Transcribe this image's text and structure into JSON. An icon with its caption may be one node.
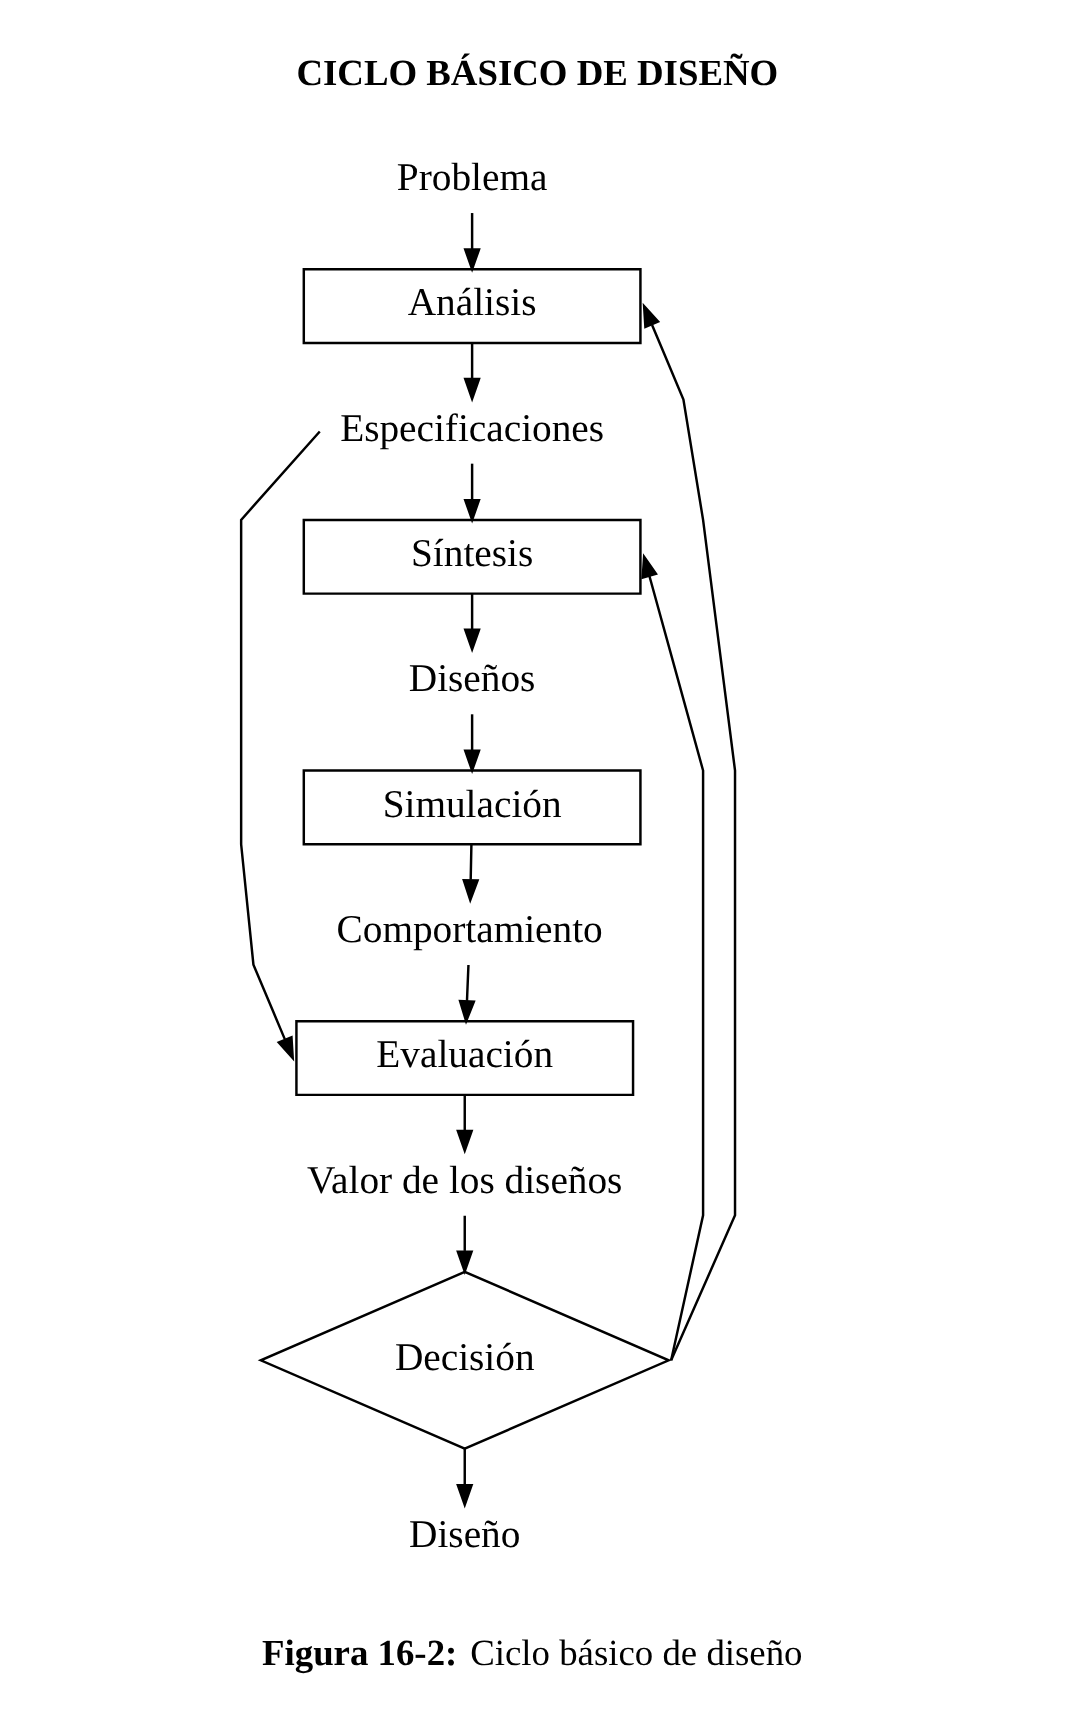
{
  "diagram": {
    "title": "CICLO BÁSICO DE DISEÑO",
    "caption": "**Figura 16-2:** Ciclo básico de diseño",
    "nodes": [
      {
        "text": [
          "Problema"
        ]
      },
      {
        "text": [
          "Análisis"
        ]
      },
      {
        "text": [
          "Especificaciones"
        ]
      },
      {
        "text": [
          "Síntesis"
        ]
      },
      {
        "text": [
          "Diseños"
        ]
      },
      {
        "text": [
          "Simulación"
        ]
      },
      {
        "text": [
          "Comportamiento"
        ]
      },
      {
        "text": [
          "Evaluación"
        ]
      },
      {
        "text": [
          "Valor de los diseños"
        ]
      },
      {
        "text": [
          "Decisión"
        ]
      },
      {
        "text": [
          "Diseño"
        ]
      }
    ],
    "edges": [
      {
        "from": 0,
        "to": 1,
        "arrow": "to"
      },
      {
        "from": 1,
        "to": 2,
        "arrow": "to"
      },
      {
        "from": 2,
        "to": 3,
        "arrow": "to"
      },
      {
        "from": 3,
        "to": 4,
        "arrow": "to"
      },
      {
        "from": 4,
        "to": 5,
        "arrow": "to"
      },
      {
        "from": 5,
        "to": 6,
        "arrow": "to"
      },
      {
        "from": 6,
        "to": 7,
        "arrow": "to"
      },
      {
        "from": 2,
        "to": 7,
        "arrow": "to"
      },
      {
        "from": 7,
        "to": 8,
        "arrow": "to"
      },
      {
        "from": 8,
        "to": 9,
        "arrow": "to"
      },
      {
        "from": 9,
        "to": 10,
        "arrow": "to"
      },
      {
        "from": 9,
        "to": 3,
        "arrow": "to"
      },
      {
        "from": 9,
        "to": 1,
        "arrow": "to"
      }
    ]
  }
}
